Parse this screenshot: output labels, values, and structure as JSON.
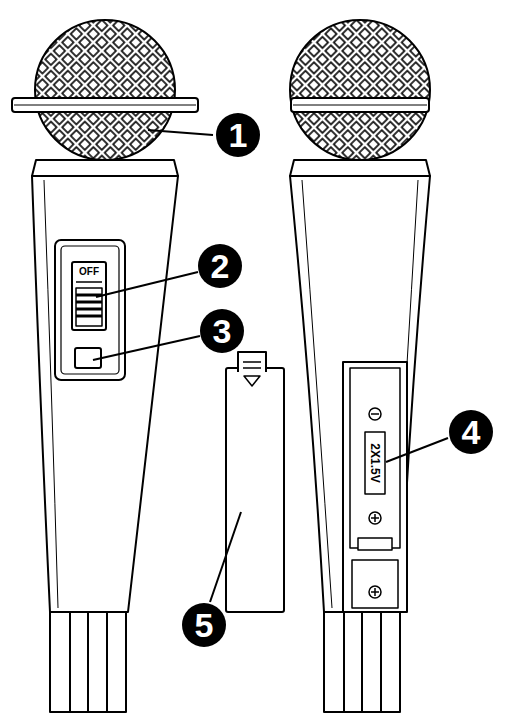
{
  "diagram": {
    "labels": [
      "1",
      "OFF",
      "2",
      "3",
      "5",
      "4",
      "2X1.5V"
    ]
  }
}
